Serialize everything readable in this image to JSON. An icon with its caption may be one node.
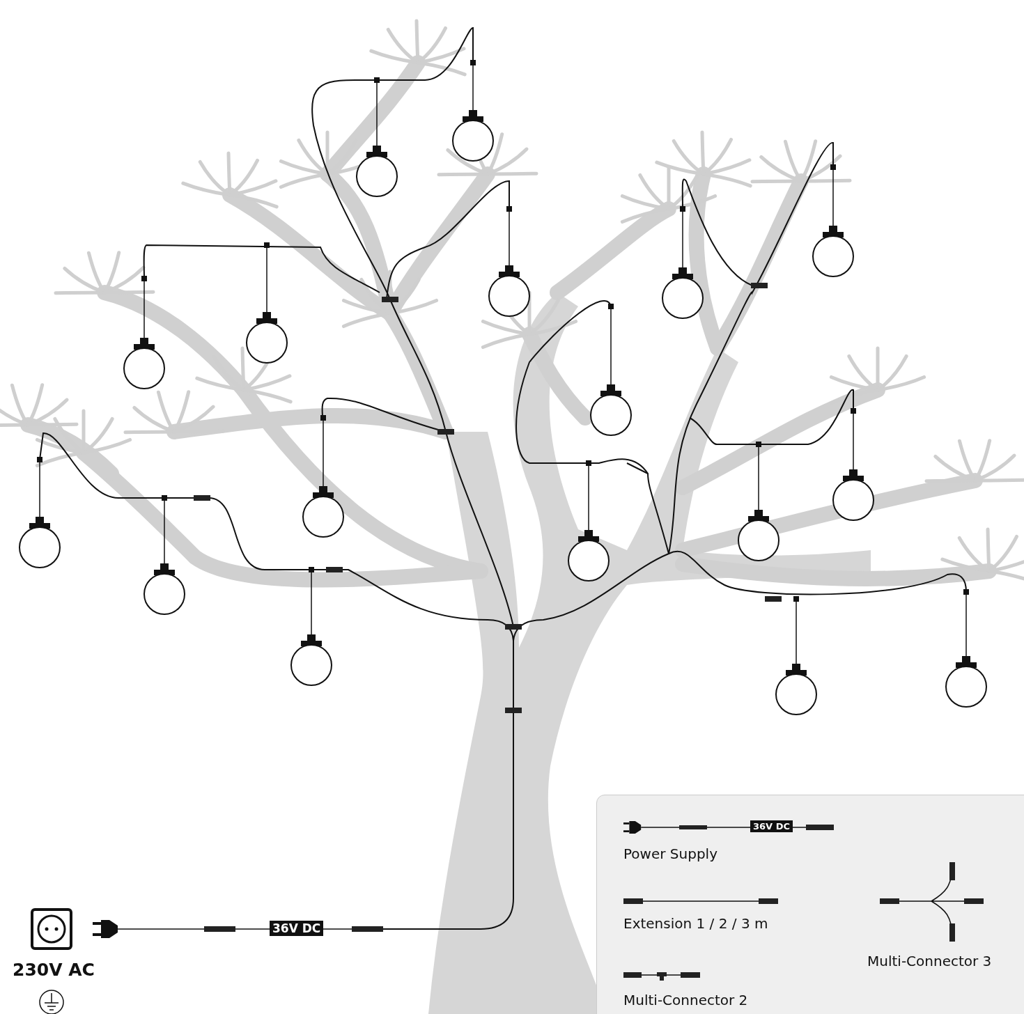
{
  "diagram": {
    "labels": [
      "36V DC",
      "36V DC",
      "230V AC"
    ],
    "legend": [
      {
        "text": "Power Supply"
      },
      {
        "text": "Extension 1 / 2 / 3 m"
      },
      {
        "text": "Multi-Connector 3"
      },
      {
        "text": "Multi-Connector 2"
      }
    ]
  }
}
